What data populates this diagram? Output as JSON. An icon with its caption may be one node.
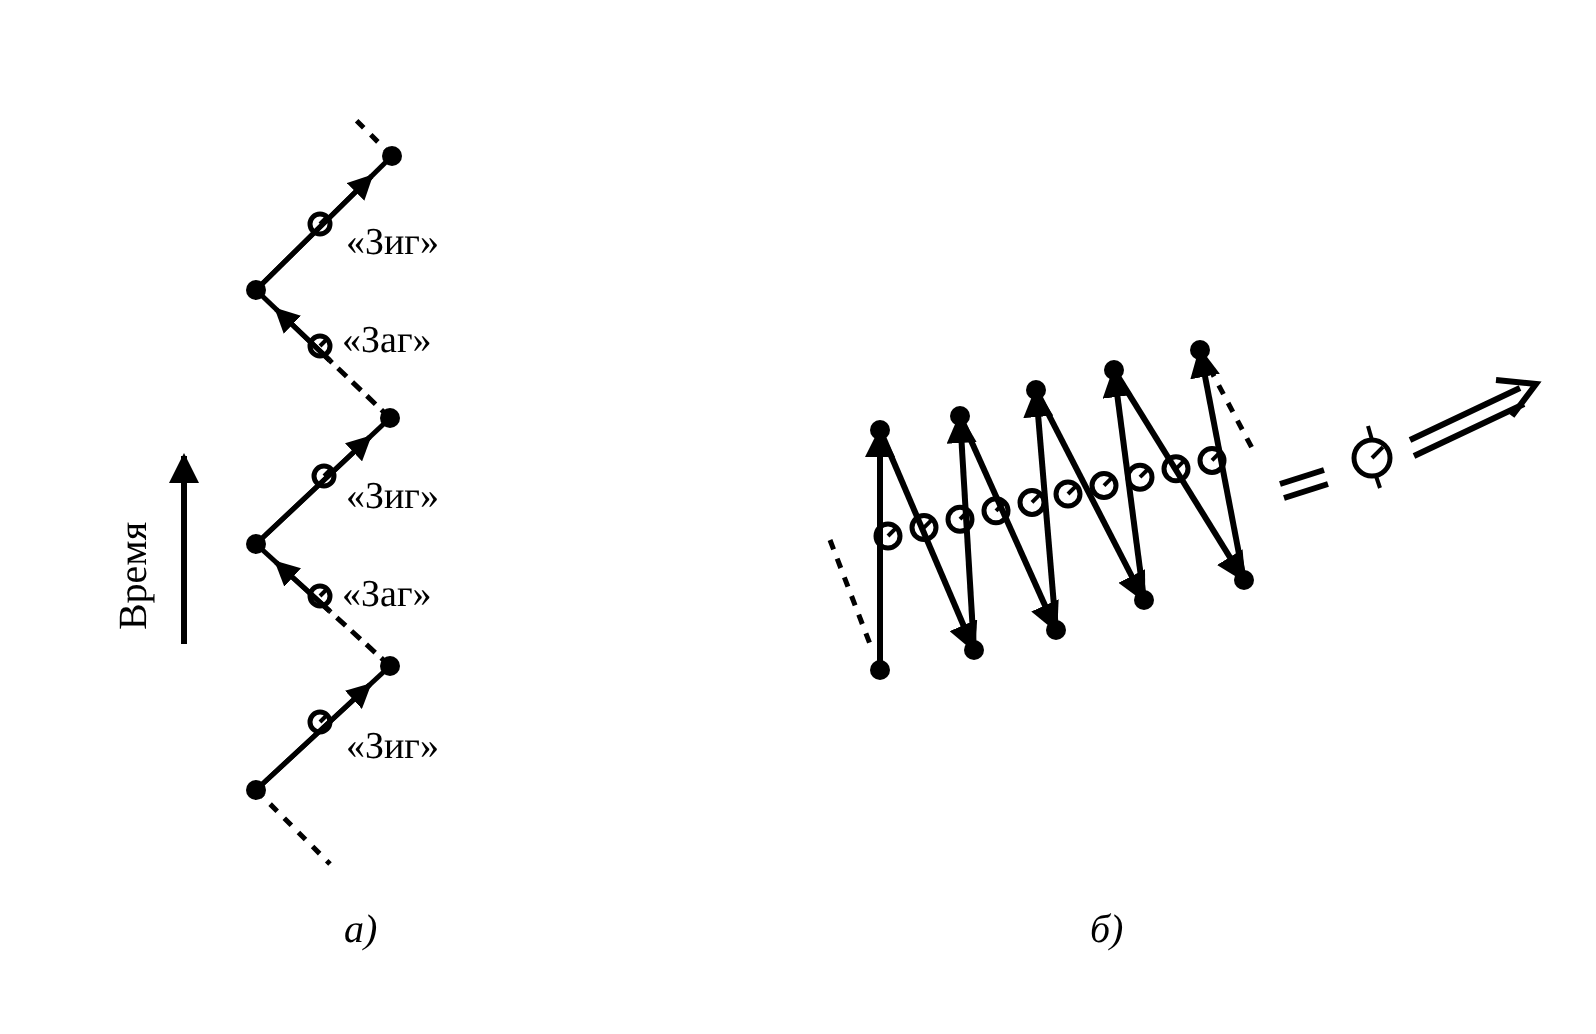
{
  "diagram": {
    "labels": [
      "«Зиг»",
      "«Заг»",
      "«Зиг»",
      "«Заг»",
      "«Зиг»",
      "Время",
      "а)",
      "б)"
    ]
  }
}
